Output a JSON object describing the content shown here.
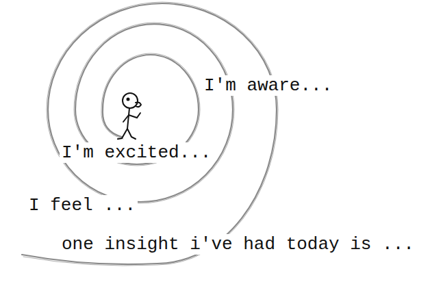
{
  "diagram": {
    "labels": [
      "I'm aware...",
      "I'm excited...",
      "I feel ...",
      "one insight i've had today is ..."
    ]
  }
}
